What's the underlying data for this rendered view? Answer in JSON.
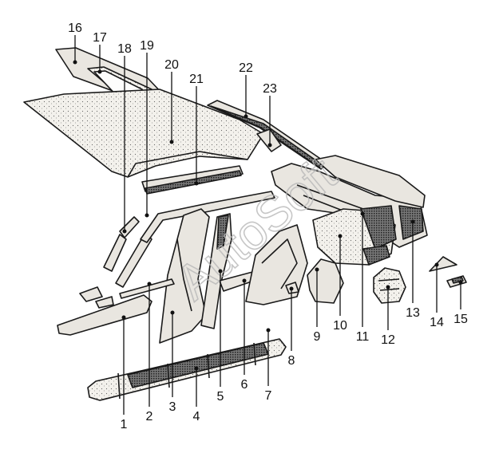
{
  "diagram": {
    "callouts": [
      "1",
      "2",
      "3",
      "4",
      "5",
      "6",
      "7",
      "8",
      "9",
      "10",
      "11",
      "12",
      "13",
      "14",
      "15",
      "16",
      "17",
      "18",
      "19",
      "20",
      "21",
      "22",
      "23"
    ]
  },
  "watermark": {
    "text": "AutoSoft",
    "color": "#b9b9b9"
  },
  "colors": {
    "line": "#1a1a1a",
    "panel_fill": "#e9e6e0",
    "background": "#ffffff"
  }
}
